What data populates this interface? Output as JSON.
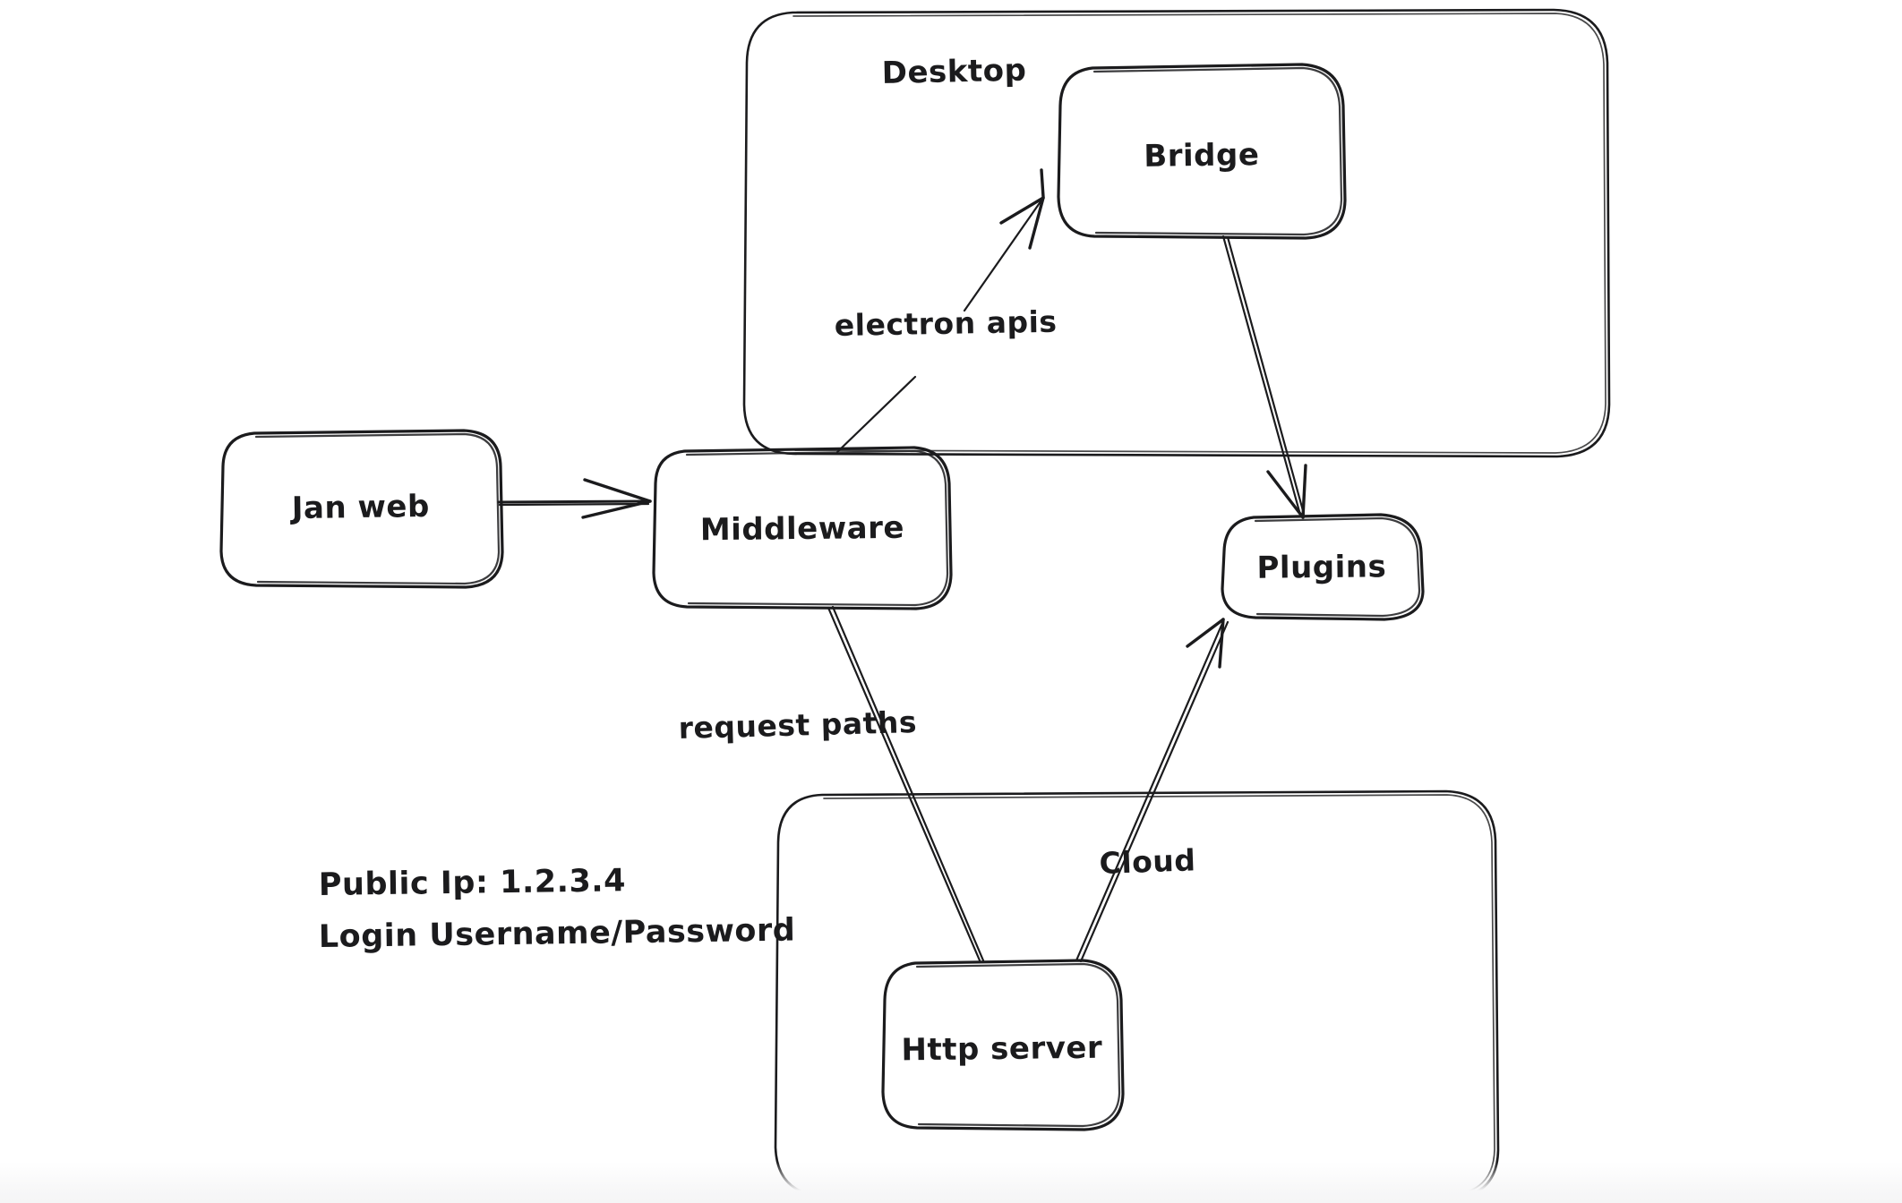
{
  "diagram": {
    "title_visible": false,
    "style": "hand-drawn whiteboard sketch",
    "colors": {
      "stroke": "#1b1b1d",
      "background": "#ffffff",
      "page_edge": "#f5f5f6"
    },
    "containers": [
      {
        "id": "desktop",
        "label": "Desktop"
      },
      {
        "id": "cloud_group",
        "label": ""
      }
    ],
    "nodes": [
      {
        "id": "jan_web",
        "label": "Jan web"
      },
      {
        "id": "middleware",
        "label": "Middleware"
      },
      {
        "id": "bridge",
        "label": "Bridge"
      },
      {
        "id": "plugins",
        "label": "Plugins"
      },
      {
        "id": "http_server",
        "label": "Http server"
      }
    ],
    "edges": [
      {
        "id": "e1",
        "from": "jan_web",
        "to": "middleware",
        "label": ""
      },
      {
        "id": "e2",
        "from": "middleware",
        "to": "bridge",
        "label": "electron apis"
      },
      {
        "id": "e3",
        "from": "bridge",
        "to": "plugins",
        "label": ""
      },
      {
        "id": "e4",
        "from": "middleware",
        "to": "http_server",
        "label": "request paths"
      },
      {
        "id": "e5",
        "from": "http_server",
        "to": "plugins",
        "label": "Cloud"
      }
    ],
    "edge_labels": {
      "electron_apis": "electron apis",
      "request_paths": "request paths",
      "cloud": "Cloud"
    },
    "notes": {
      "line1": "Public Ip: 1.2.3.4",
      "line2": "Login Username/Password"
    }
  }
}
